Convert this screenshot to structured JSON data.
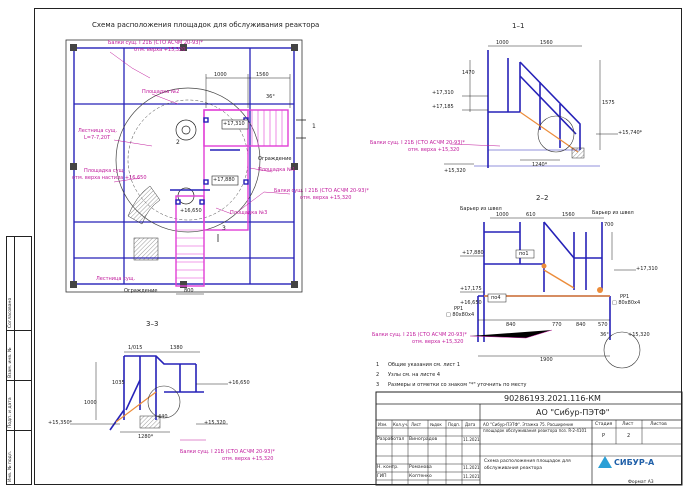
{
  "drawing": {
    "main_title": "Схема расположения площадок для обслуживания реактора",
    "view_1_title": "1–1",
    "view_2_title": "2–2",
    "view_3_title": "3–3"
  },
  "plan": {
    "beam_label_1": "Балки сущ. I 21Б (СТО АСЧМ 20-93)*",
    "beam_label_1b": "отм. верха +15,320",
    "platform_2": "Площадка №2",
    "ladder_exist": "Лестница сущ.",
    "ladder_exist_b": "L=7-7,20Т",
    "platform_exist": "Площадка сущ.",
    "platform_exist_b": "отм. верха настила +16,650",
    "platform_1": "Площадка №1",
    "fence": "Ограждение",
    "beam_label_2": "Балки сущ. I 21Б (СТО АСЧМ 20-93)*",
    "beam_label_2b": "отм. верха +15,320",
    "platform_3": "Площадка №3",
    "ladder_exist_2": "Лестница сущ.",
    "fence_2": "Ограждение",
    "dim_1000": "1000",
    "dim_1560": "1560",
    "dim_800": "800",
    "mark_17310": "+17,310",
    "mark_17880": "+17,880",
    "mark_16650": "+16,650",
    "angle_36": "36°",
    "sect_1": "1",
    "sect_2": "2",
    "sect_3": "3"
  },
  "view1": {
    "dim_1000": "1000",
    "dim_1560": "1560",
    "mark_17310": "+17,310",
    "mark_17185": "+17,185",
    "mark_15740": "+15,740*",
    "mark_15320": "+15,320",
    "dim_1240": "1240*",
    "dim_1470": "1470",
    "dim_1575": "1575",
    "beam_label": "Балки сущ. I 21Б (СТО АСЧМ 20-93)*",
    "beam_label_b": "отм. верха +15,320"
  },
  "view2": {
    "fence_label": "Барьер из швел",
    "fence_label_2": "Барьер из швел",
    "dim_1000": "1000",
    "dim_610": "610",
    "dim_1560": "1560",
    "dim_700": "700",
    "mark_17880": "+17,880",
    "mark_17310": "+17,310",
    "mark_17175": "+17,175",
    "mark_16650": "+16,650",
    "po1": "по1",
    "po4": "по4",
    "pp1_a": "РР1",
    "pp1_a2": "□ 80х80х4",
    "pp1_b": "РР1",
    "pp1_b2": "□ 80х80х4",
    "dim_840a": "840",
    "dim_770": "770",
    "dim_840b": "840",
    "dim_570": "570",
    "dim_1900": "1900",
    "mark_15320": "+15,320",
    "angle_36": "36°",
    "beam_label": "Балки сущ. I 21Б (СТО АСЧМ 20-93)*",
    "beam_label_b": "отм. верха +15,320"
  },
  "view3": {
    "dim_1015": "1/015",
    "dim_1380": "1380",
    "mark_16650": "+16,650",
    "mark_15350": "+15,350*",
    "mark_15320": "+15,320",
    "dim_1280": "1280*",
    "dim_440": "440",
    "dim_1000": "1000",
    "dim_1035": "1035",
    "beam_label": "Балки сущ. I 21Б (СТО АСЧМ 20-93)*",
    "beam_label_b": "отм. верха +15,320"
  },
  "notes": [
    {
      "num": "1",
      "text": "Общие указания см. лист 1"
    },
    {
      "num": "2",
      "text": "Узлы см. на листе 4"
    },
    {
      "num": "3",
      "text": "Размеры и отметки со знаком \"*\" уточнить по месту"
    }
  ],
  "stamp": {
    "doc_code": "90286193.2021.116-КМ",
    "company": "АО \"Сибур-ПЭТФ\"",
    "project": "АО \"Сибур-ПЭТФ\". Этажка 75. Расширение площадок обслуживания реактора поз. R-2-4101",
    "sheet_title": "Схема расположения площадок для обслуживания реактора",
    "col_izm": "Изм.",
    "col_kol": "Кол.уч.",
    "col_list": "Лист",
    "col_ndoc": "№док",
    "col_podp": "Подп.",
    "col_data": "Дата",
    "razrab": "Разработал",
    "razrab_name": "Виноградов",
    "date_1": "11.2021",
    "n_kontr": "Н. контр.",
    "n_kontr_name": "Романова",
    "date_2": "11.2021",
    "gip": "ГИП",
    "gip_name": "Коптенко",
    "date_3": "11.2021",
    "stage_h": "Стадия",
    "sheet_h": "Лист",
    "sheets_h": "Листов",
    "stage": "Р",
    "sheet": "2",
    "logo": "СИБУР-А",
    "format": "Формат A3"
  },
  "left_strip": {
    "s1": "Инв. № подл.",
    "s2": "Подп. и дата",
    "s3": "Взам. инв. №",
    "s4": "Согласовано"
  },
  "colors": {
    "structure": "#2622b8",
    "new_element": "#e23fd6",
    "existing": "#222222",
    "accent": "#ec8c3a"
  }
}
